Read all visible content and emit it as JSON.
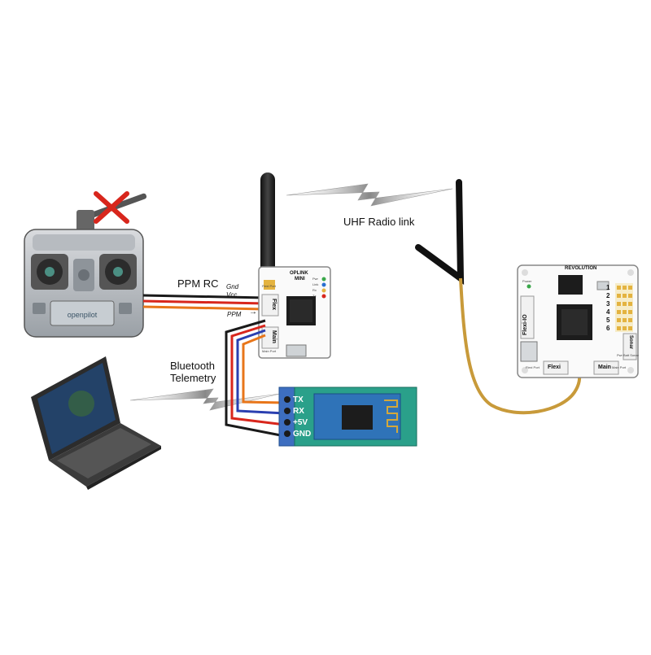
{
  "labels": {
    "ppm_rc": "PPM RC",
    "uhf_link": "UHF Radio link",
    "bluetooth_line1": "Bluetooth",
    "bluetooth_line2": "Telemetry",
    "gnd": "Gnd",
    "vcc": "Vcc",
    "ppm": "PPM"
  },
  "oplink": {
    "title_line1": "OPLINK",
    "title_line2": "MINI",
    "flex_port": "Flex",
    "main_port": "Main",
    "flex_port_small": "Flexi Port",
    "main_port_small": "Main Port",
    "leds": [
      "Pwr",
      "Link",
      "Rx",
      "Tx"
    ]
  },
  "bt_module": {
    "pins": [
      "TX",
      "RX",
      "+5V",
      "GND"
    ]
  },
  "revolution": {
    "title": "REVOLUTION",
    "flexi_io": "Flexi-IO",
    "flexi_port": "Flexi",
    "main_port": "Main",
    "sonar": "Sonar",
    "power_led": "Power",
    "channels": [
      "1",
      "2",
      "3",
      "4",
      "5",
      "6"
    ],
    "flexi_small": "Flexi Port",
    "main_small": "Main Port",
    "pwr_sonar_small": "Pwr Batt Sonar"
  },
  "transmitter": {
    "brand": "openpilot",
    "status": "not-used"
  },
  "colors": {
    "wire_black": "#1a1a1a",
    "wire_red": "#d8261c",
    "wire_orange": "#e8761a",
    "wire_blue": "#2a3fb0",
    "antenna_cable": "#c89a3a",
    "pcb_green": "#2aa08a",
    "cross_red": "#d8261c"
  }
}
